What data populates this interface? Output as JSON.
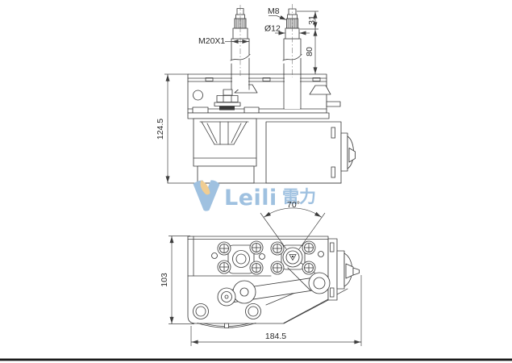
{
  "page": {
    "background": "#ffffff",
    "footer_bar_color": "#161616"
  },
  "drawing": {
    "line_color": "#3d3d3d",
    "top_view": {
      "labels": {
        "thread_tip": "M8",
        "tip_diameter": "Ø12",
        "tip_length": "31",
        "shaft_length": "80",
        "mount_thread": "M20X1",
        "overall_height": "124.5"
      }
    },
    "bottom_view": {
      "labels": {
        "sweep_angle": "70°",
        "body_height": "103",
        "overall_width": "184.5"
      }
    }
  },
  "watermark": {
    "brand_latin": "Leili",
    "brand_cjk": "雷力",
    "blue": "#9fc1e0",
    "yellow": "#f0cd92"
  }
}
